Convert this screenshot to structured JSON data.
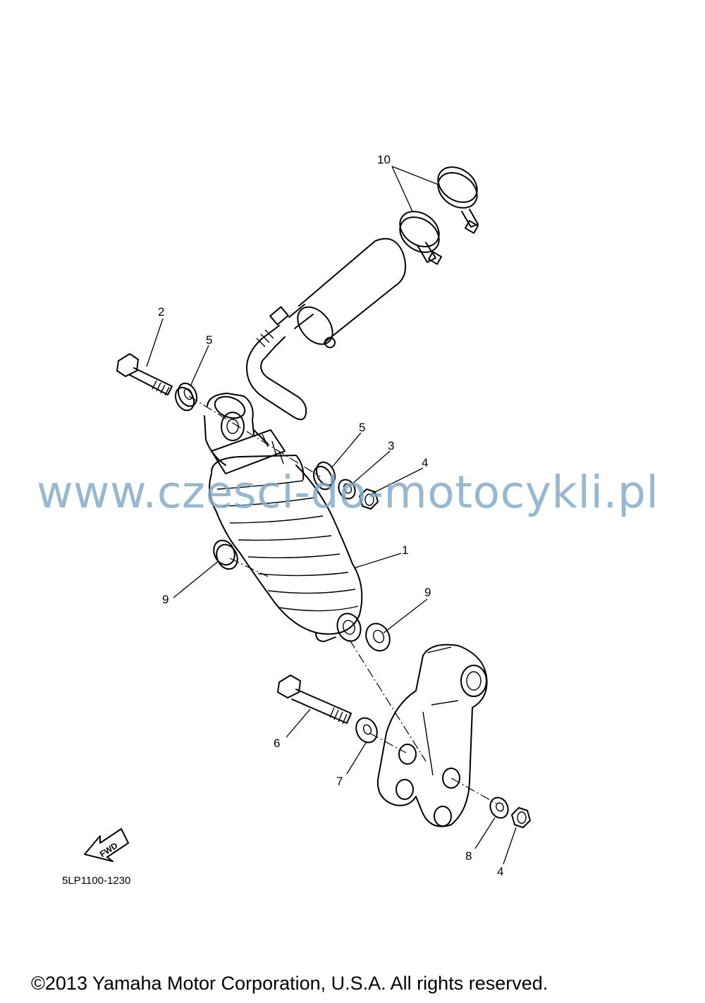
{
  "diagram": {
    "callouts": {
      "c10": "10",
      "c2": "2",
      "c5a": "5",
      "c5b": "5",
      "c3": "3",
      "c4a": "4",
      "c1": "1",
      "c9a": "9",
      "c9b": "9",
      "c6": "6",
      "c7": "7",
      "c8": "8",
      "c4b": "4"
    },
    "fwd_label": "FWD",
    "drawing_code": "5LP1100-1230"
  },
  "watermark": "www.czesci-do-motocykli.pl",
  "footer": {
    "copyright": "©2013 Yamaha Motor Corporation, U.S.A. All rights reserved."
  }
}
